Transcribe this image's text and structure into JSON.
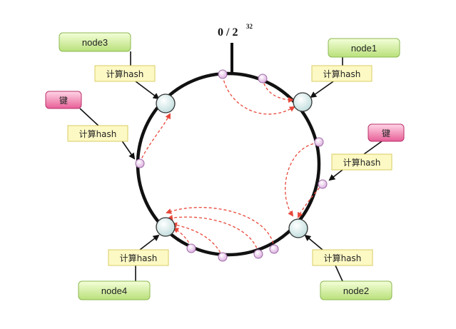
{
  "ring_label": {
    "base": "0 / 2",
    "exp": "32"
  },
  "nodes": {
    "node1": "node1",
    "node2": "node2",
    "node3": "node3",
    "node4": "node4"
  },
  "keys": {
    "key_left": "键",
    "key_right": "键"
  },
  "hash_labels": {
    "node3": "计算hash",
    "key_left": "计算hash",
    "node1": "计算hash",
    "key_right": "计算hash",
    "node4": "计算hash",
    "node2": "计算hash"
  },
  "colors": {
    "node_fill_top": "#f4ffd9",
    "node_fill_bottom": "#b9e07a",
    "node_stroke": "#8cb852",
    "key_fill_top": "#ffd7e6",
    "key_fill_bottom": "#e85f97",
    "key_stroke": "#b8306a",
    "hash_fill": "#fdf9c4",
    "hash_stroke": "#d9cc63",
    "ring": "#111111",
    "server_fill": "#dff1f1",
    "server_stroke": "#333333",
    "point_fill": "#efc7ee",
    "point_stroke": "#9e6aa6",
    "arrow": "#e8483a"
  }
}
